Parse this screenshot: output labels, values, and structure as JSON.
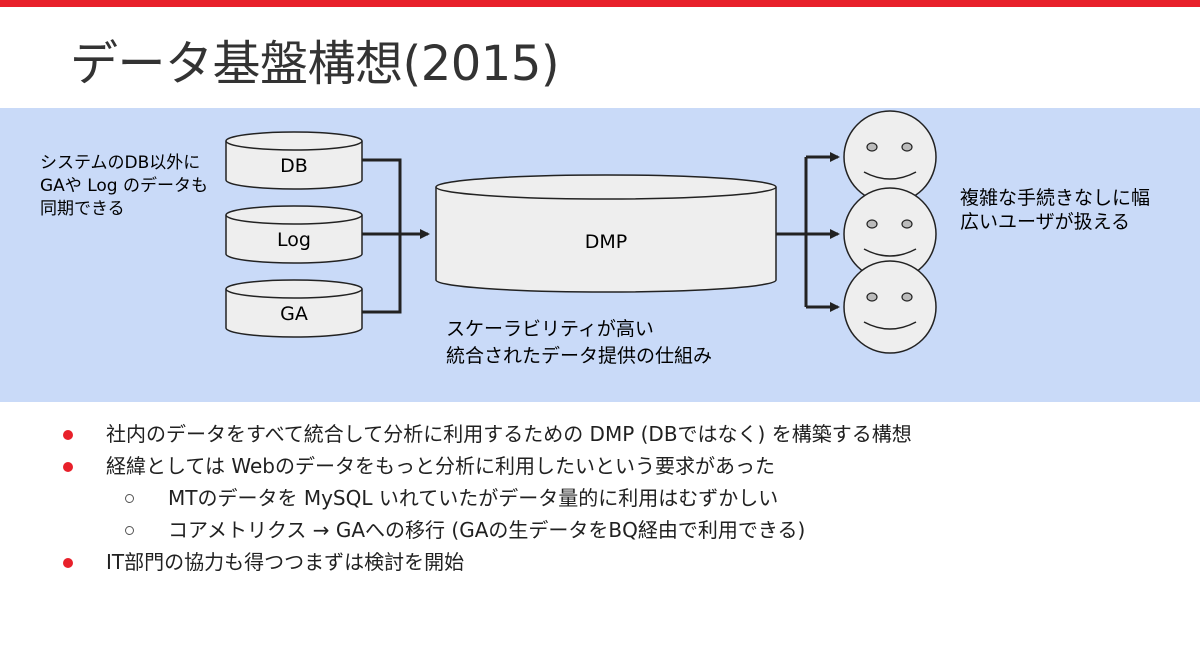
{
  "title": "データ基盤構想(2015)",
  "diagram": {
    "sources": [
      "DB",
      "Log",
      "GA"
    ],
    "center": "DMP",
    "note_left": "システムのDB以外に GAや Log のデータも同期できる",
    "note_bottom_1": "スケーラビリティが高い",
    "note_bottom_2": "統合されたデータ提供の仕組み",
    "note_right": "複雑な手続きなしに幅広いユーザが扱える",
    "user_count": 3
  },
  "bullets": [
    {
      "text": "社内のデータをすべて統合して分析に利用するための DMP (DBではなく) を構築する構想"
    },
    {
      "text": "経緯としては Webのデータをもっと分析に利用したいという要求があった"
    },
    {
      "text": "IT部門の協力も得つつまずは検討を開始"
    }
  ],
  "sub_bullets": [
    {
      "text": "MTのデータを MySQL いれていたがデータ量的に利用はむずかしい"
    },
    {
      "text": "コアメトリクス → GAへの移行 (GAの生データをBQ経由で利用できる)"
    }
  ],
  "colors": {
    "accent": "#e8202a",
    "band": "#c9daf8",
    "shape_fill": "#eeeeee"
  }
}
